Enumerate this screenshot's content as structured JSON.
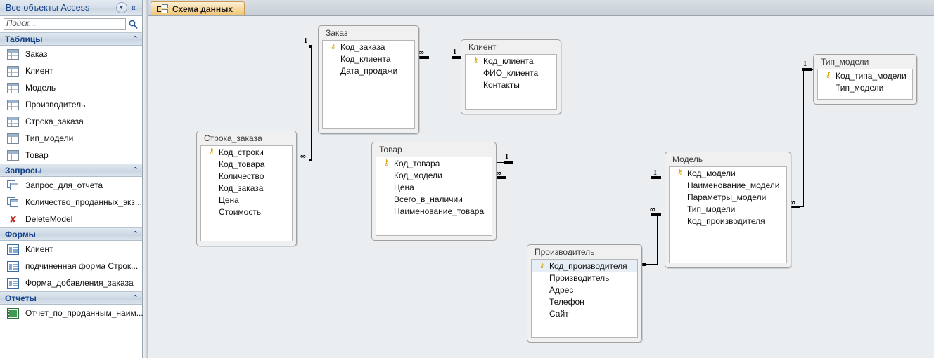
{
  "nav": {
    "title": "Все объекты Access",
    "dropdown_icon": "chevron-down-circle-icon",
    "collapse_icon": "double-chevron-left-icon",
    "search": {
      "placeholder": "Поиск...",
      "value": "",
      "icon": "search-icon"
    },
    "groups": [
      {
        "title": "Таблицы",
        "chevron": "⌃",
        "items": [
          {
            "label": "Заказ",
            "icon": "table-icon"
          },
          {
            "label": "Клиент",
            "icon": "table-icon"
          },
          {
            "label": "Модель",
            "icon": "table-icon"
          },
          {
            "label": "Производитель",
            "icon": "table-icon"
          },
          {
            "label": "Строка_заказа",
            "icon": "table-icon"
          },
          {
            "label": "Тип_модели",
            "icon": "table-icon"
          },
          {
            "label": "Товар",
            "icon": "table-icon"
          }
        ]
      },
      {
        "title": "Запросы",
        "chevron": "⌃",
        "items": [
          {
            "label": "Запрос_для_отчета",
            "icon": "query-icon"
          },
          {
            "label": "Количество_проданных_экз...",
            "icon": "query-icon"
          },
          {
            "label": "DeleteModel",
            "icon": "delete-query-icon"
          }
        ]
      },
      {
        "title": "Формы",
        "chevron": "⌃",
        "items": [
          {
            "label": "Клиент",
            "icon": "form-icon"
          },
          {
            "label": "подчиненная форма Строк...",
            "icon": "form-icon"
          },
          {
            "label": "Форма_добавления_заказа",
            "icon": "form-icon"
          }
        ]
      },
      {
        "title": "Отчеты",
        "chevron": "⌃",
        "items": [
          {
            "label": "Отчет_по_проданным_наим...",
            "icon": "report-icon"
          }
        ]
      }
    ]
  },
  "tab": {
    "label": "Схема данных",
    "icon": "relationships-icon"
  },
  "diagram": {
    "tables": [
      {
        "name": "Заказ",
        "fields": [
          {
            "label": "Код_заказа",
            "key": true
          },
          {
            "label": "Код_клиента",
            "key": false
          },
          {
            "label": "Дата_продажи",
            "key": false
          }
        ]
      },
      {
        "name": "Клиент",
        "fields": [
          {
            "label": "Код_клиента",
            "key": true
          },
          {
            "label": "ФИО_клиента",
            "key": false
          },
          {
            "label": "Контакты",
            "key": false
          }
        ]
      },
      {
        "name": "Строка_заказа",
        "fields": [
          {
            "label": "Код_строки",
            "key": true
          },
          {
            "label": "Код_товара",
            "key": false
          },
          {
            "label": "Количество",
            "key": false
          },
          {
            "label": "Код_заказа",
            "key": false
          },
          {
            "label": "Цена",
            "key": false
          },
          {
            "label": "Стоимость",
            "key": false
          }
        ]
      },
      {
        "name": "Товар",
        "fields": [
          {
            "label": "Код_товара",
            "key": true
          },
          {
            "label": "Код_модели",
            "key": false
          },
          {
            "label": "Цена",
            "key": false
          },
          {
            "label": "Всего_в_наличии",
            "key": false
          },
          {
            "label": "Наименование_товара",
            "key": false
          }
        ]
      },
      {
        "name": "Модель",
        "fields": [
          {
            "label": "Код_модели",
            "key": true
          },
          {
            "label": "Наименование_модели",
            "key": false
          },
          {
            "label": "Параметры_модели",
            "key": false
          },
          {
            "label": "Тип_модели",
            "key": false
          },
          {
            "label": "Код_производителя",
            "key": false
          }
        ]
      },
      {
        "name": "Тип_модели",
        "fields": [
          {
            "label": "Код_типа_модели",
            "key": true
          },
          {
            "label": "Тип_модели",
            "key": false
          }
        ]
      },
      {
        "name": "Производитель",
        "fields": [
          {
            "label": "Код_производителя",
            "key": true,
            "selected": true
          },
          {
            "label": "Производитель",
            "key": false
          },
          {
            "label": "Адрес",
            "key": false
          },
          {
            "label": "Телефон",
            "key": false
          },
          {
            "label": "Сайт",
            "key": false
          }
        ]
      }
    ],
    "cardinality": {
      "one": "1",
      "many": "∞"
    }
  },
  "colors": {
    "canvas": "#eaeef1",
    "nav_header_text": "#15428b",
    "tab_active": "#f2c473",
    "key_icon": "#d6a400"
  }
}
